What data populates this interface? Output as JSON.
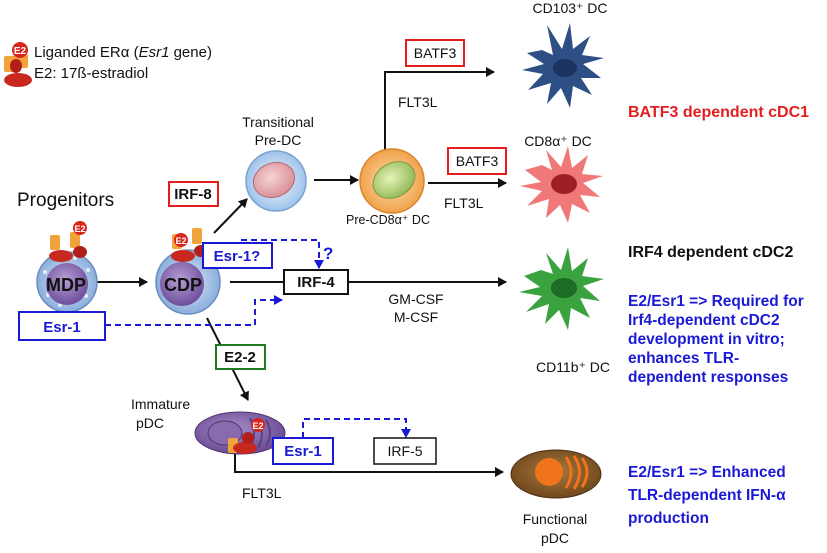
{
  "legend": {
    "e2_badge": "E2",
    "line1_prefix": "Liganded ERα (",
    "line1_gene": "Esr1",
    "line1_suffix": " gene)",
    "line2": "E2: 17ß-estradiol"
  },
  "progenitors": "Progenitors",
  "cells": {
    "mdp": "MDP",
    "cdp": "CDP",
    "transitional_line1": "Transitional",
    "transitional_line2": "Pre-DC",
    "pre_cd8": "Pre-CD8α⁺ DC",
    "cd103": "CD103⁺ DC",
    "cd8": "CD8α⁺ DC",
    "cd11b": "CD11b⁺ DC",
    "immature_line1": "Immature",
    "immature_line2": "pDC",
    "functional_line1": "Functional",
    "functional_line2": "pDC"
  },
  "boxes": {
    "batf3_top": "BATF3",
    "batf3_mid": "BATF3",
    "irf8": "IRF-8",
    "esr1_q": "Esr-1?",
    "irf4": "IRF-4",
    "esr1_left": "Esr-1",
    "e22": "E2-2",
    "esr1_pdc": "Esr-1",
    "irf5": "IRF-5"
  },
  "labels": {
    "flt3l_top": "FLT3L",
    "flt3l_mid": "FLT3L",
    "flt3l_bottom": "FLT3L",
    "gmcsf": "GM-CSF",
    "mcsf": "M-CSF",
    "question": "?"
  },
  "notes": {
    "batf3_dep": "BATF3 dependent cDC1",
    "irf4_dep": "IRF4 dependent cDC2",
    "cdc2_lines": [
      "E2/Esr1 => Required for",
      "Irf4-dependent cDC2",
      "development in vitro;",
      "enhances TLR-",
      "dependent responses"
    ],
    "pdc_lines": [
      "E2/Esr1 => Enhanced",
      "TLR-dependent IFN-α",
      "production"
    ]
  },
  "colors": {
    "red": "#e41e1e",
    "blue": "#1a1ad6",
    "green": "#1f7a1f",
    "cdc1_cell": "#2d4f86",
    "cd8_cell": "#f07878",
    "cdc2_cell": "#3aa340",
    "e2_orange": "#f2a23a",
    "esr_red": "#c8281e"
  }
}
